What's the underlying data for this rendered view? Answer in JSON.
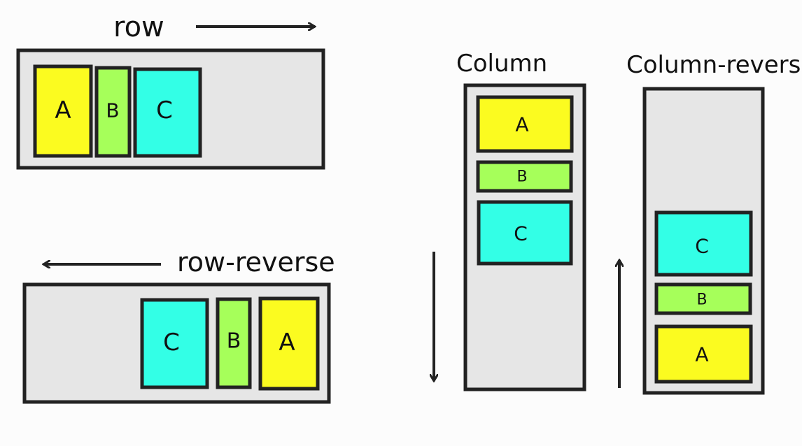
{
  "colors": {
    "container_fill": "#e6e6e6",
    "stroke": "#222222",
    "A": "#fbfb20",
    "B": "#a6ff5a",
    "C": "#33ffe6"
  },
  "diagrams": {
    "row": {
      "title": "row",
      "items": [
        "A",
        "B",
        "C"
      ]
    },
    "row_reverse": {
      "title": "row-reverse",
      "items": [
        "C",
        "B",
        "A"
      ]
    },
    "column": {
      "title": "Column",
      "items": [
        "A",
        "B",
        "C"
      ]
    },
    "column_reverse": {
      "title": "Column-reverse",
      "items": [
        "C",
        "B",
        "A"
      ]
    }
  }
}
